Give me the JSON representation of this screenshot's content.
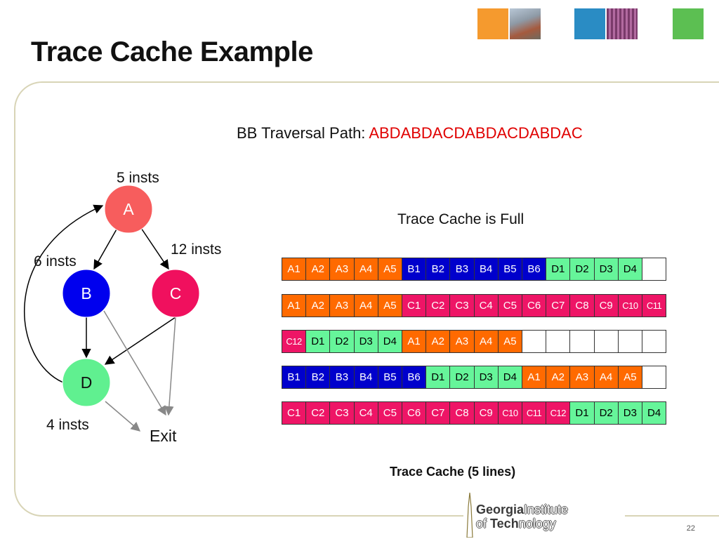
{
  "title": "Trace Cache Example",
  "traversal": {
    "label": "BB Traversal Path:",
    "sequence": "ABDABDACDABDACDABDAC"
  },
  "graph": {
    "nodes": [
      {
        "id": "A",
        "label": "A",
        "color": "#f75d5d"
      },
      {
        "id": "B",
        "label": "B",
        "color": "#0000ee"
      },
      {
        "id": "C",
        "label": "C",
        "color": "#f0105e"
      },
      {
        "id": "D",
        "label": "D",
        "color": "#60f090"
      }
    ],
    "annotations": {
      "a_insts": "5 insts",
      "b_insts": "6 insts",
      "c_insts": "12 insts",
      "d_insts": "4 insts"
    },
    "exit_label": "Exit"
  },
  "full_label": "Trace Cache is Full",
  "colors": {
    "A": "#ff6a00",
    "B": "#0000cc",
    "C": "#ee1566",
    "D": "#66f59a",
    "empty": "#ffffff"
  },
  "cache_lines": [
    [
      "A1",
      "A2",
      "A3",
      "A4",
      "A5",
      "B1",
      "B2",
      "B3",
      "B4",
      "B5",
      "B6",
      "D1",
      "D2",
      "D3",
      "D4",
      ""
    ],
    [
      "A1",
      "A2",
      "A3",
      "A4",
      "A5",
      "C1",
      "C2",
      "C3",
      "C4",
      "C5",
      "C6",
      "C7",
      "C8",
      "C9",
      "C10",
      "C11"
    ],
    [
      "C12",
      "D1",
      "D2",
      "D3",
      "D4",
      "A1",
      "A2",
      "A3",
      "A4",
      "A5",
      "",
      "",
      "",
      "",
      "",
      ""
    ],
    [
      "B1",
      "B2",
      "B3",
      "B4",
      "B5",
      "B6",
      "D1",
      "D2",
      "D3",
      "D4",
      "A1",
      "A2",
      "A3",
      "A4",
      "A5",
      ""
    ],
    [
      "C1",
      "C2",
      "C3",
      "C4",
      "C5",
      "C6",
      "C7",
      "C8",
      "C9",
      "C10",
      "C11",
      "C12",
      "D1",
      "D2",
      "D3",
      "D4"
    ]
  ],
  "cache_caption": "Trace Cache (5 lines)",
  "logo": {
    "part1": "Georgia",
    "part2": "Institute",
    "part3": "of ",
    "part4": "Tech",
    "part5": "nology"
  },
  "page_number": "22"
}
